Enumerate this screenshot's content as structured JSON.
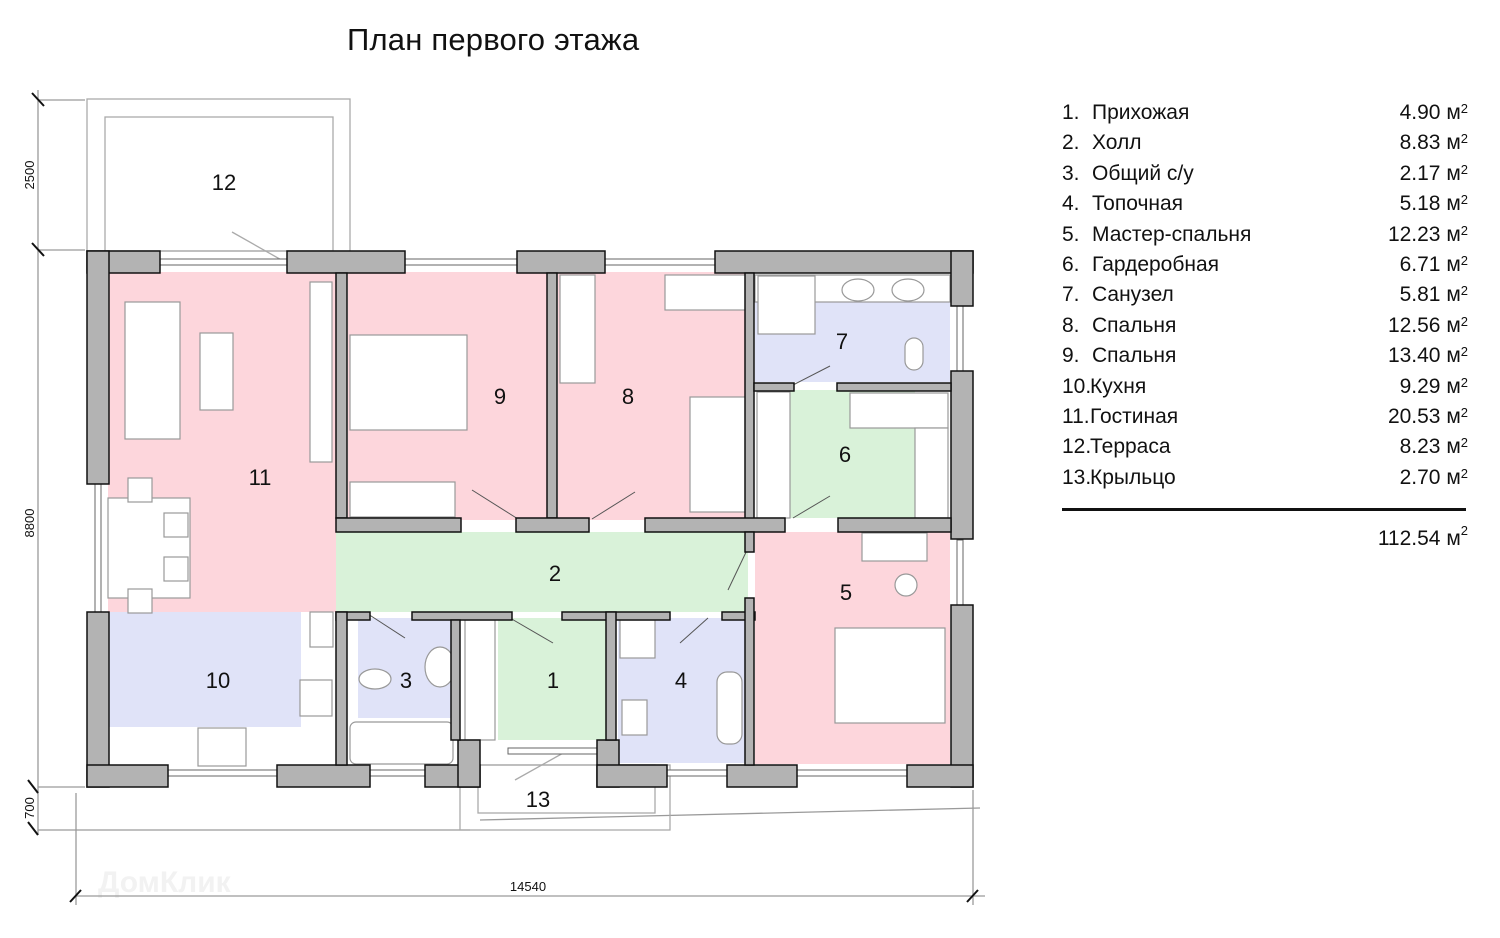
{
  "title": "План первого этажа",
  "dimensions": {
    "terrace_depth": "2500",
    "house_depth": "8800",
    "porch_depth": "700",
    "house_width": "14540"
  },
  "watermark": "ДомКлик",
  "rooms": [
    {
      "num": "1",
      "label_no": "1.",
      "name": "Прихожая",
      "area": "4.90 м",
      "sup": "2",
      "color": "#d9f2d9"
    },
    {
      "num": "2",
      "label_no": "2.",
      "name": "Холл",
      "area": "8.83 м",
      "sup": "2",
      "color": "#d9f2d9"
    },
    {
      "num": "3",
      "label_no": "3.",
      "name": "Общий с/у",
      "area": "2.17 м",
      "sup": "2",
      "color": "#e0e3f8"
    },
    {
      "num": "4",
      "label_no": "4.",
      "name": "Топочная",
      "area": "5.18 м",
      "sup": "2",
      "color": "#e0e3f8"
    },
    {
      "num": "5",
      "label_no": "5.",
      "name": "Мастер-спальня",
      "area": "12.23 м",
      "sup": "2",
      "color": "#fdd6dc"
    },
    {
      "num": "6",
      "label_no": "6.",
      "name": "Гардеробная",
      "area": "6.71 м",
      "sup": "2",
      "color": "#d9f2d9"
    },
    {
      "num": "7",
      "label_no": "7.",
      "name": "Санузел",
      "area": "5.81 м",
      "sup": "2",
      "color": "#e0e3f8"
    },
    {
      "num": "8",
      "label_no": "8.",
      "name": "Спальня",
      "area": "12.56 м",
      "sup": "2",
      "color": "#fdd6dc"
    },
    {
      "num": "9",
      "label_no": "9.",
      "name": "Спальня",
      "area": "13.40 м",
      "sup": "2",
      "color": "#fdd6dc"
    },
    {
      "num": "10",
      "label_no": "10.",
      "name": "Кухня",
      "area": "9.29 м",
      "sup": "2",
      "color": "#e0e3f8"
    },
    {
      "num": "11",
      "label_no": "11.",
      "name": "Гостиная",
      "area": "20.53 м",
      "sup": "2",
      "color": "#fdd6dc"
    },
    {
      "num": "12",
      "label_no": "12.",
      "name": "Терраса",
      "area": "8.23 м",
      "sup": "2",
      "color": "#ffffff"
    },
    {
      "num": "13",
      "label_no": "13.",
      "name": "Крыльцо",
      "area": "2.70 м",
      "sup": "2",
      "color": "#ffffff"
    }
  ],
  "total": {
    "area": "112.54 м",
    "sup": "2"
  },
  "colors": {
    "wall": "#b3b3b3",
    "pink": "#fdd6dc",
    "green": "#d9f2d9",
    "blue": "#e0e3f8"
  }
}
